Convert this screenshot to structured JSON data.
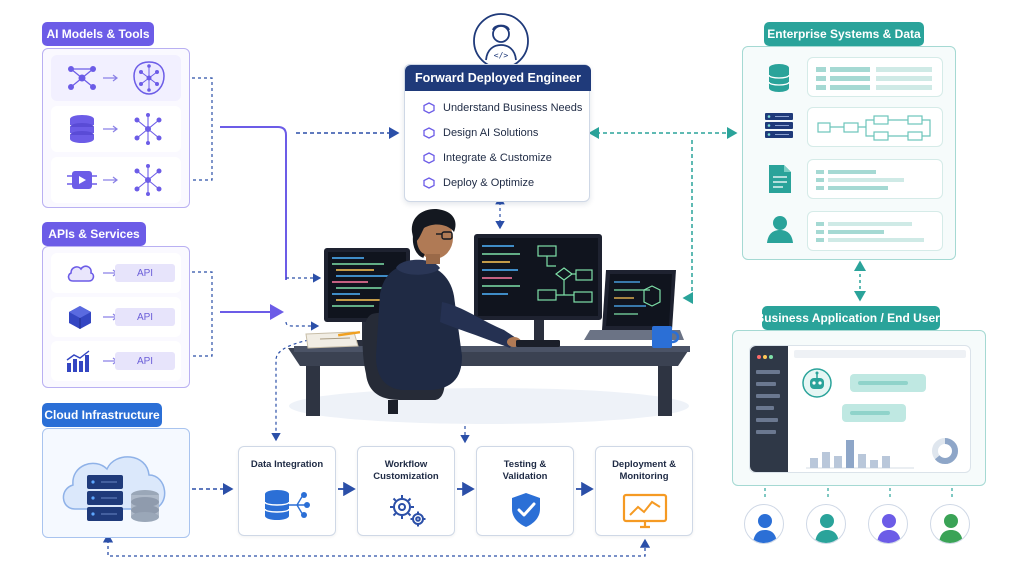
{
  "left": {
    "ai_models_label": "AI Models & Tools",
    "apis_label": "APIs & Services",
    "api_chip": "API",
    "cloud_label": "Cloud Infrastructure"
  },
  "fde": {
    "title": "Forward Deployed Engineer",
    "items": [
      "Understand Business Needs",
      "Design AI Solutions",
      "Integrate & Customize",
      "Deploy & Optimize"
    ]
  },
  "right": {
    "enterprise_label": "Enterprise Systems & Data",
    "business_label": "Business Application / End Users"
  },
  "pipeline": {
    "steps": [
      "Data Integration",
      "Workflow\nCustomization",
      "Testing &\nValidation",
      "Deployment &\nMonitoring"
    ]
  },
  "colors": {
    "purple": "#6c5ce7",
    "blue": "#2b6fd6",
    "teal": "#2aa39a",
    "navy": "#1f3a7a",
    "orange": "#f59a23"
  }
}
